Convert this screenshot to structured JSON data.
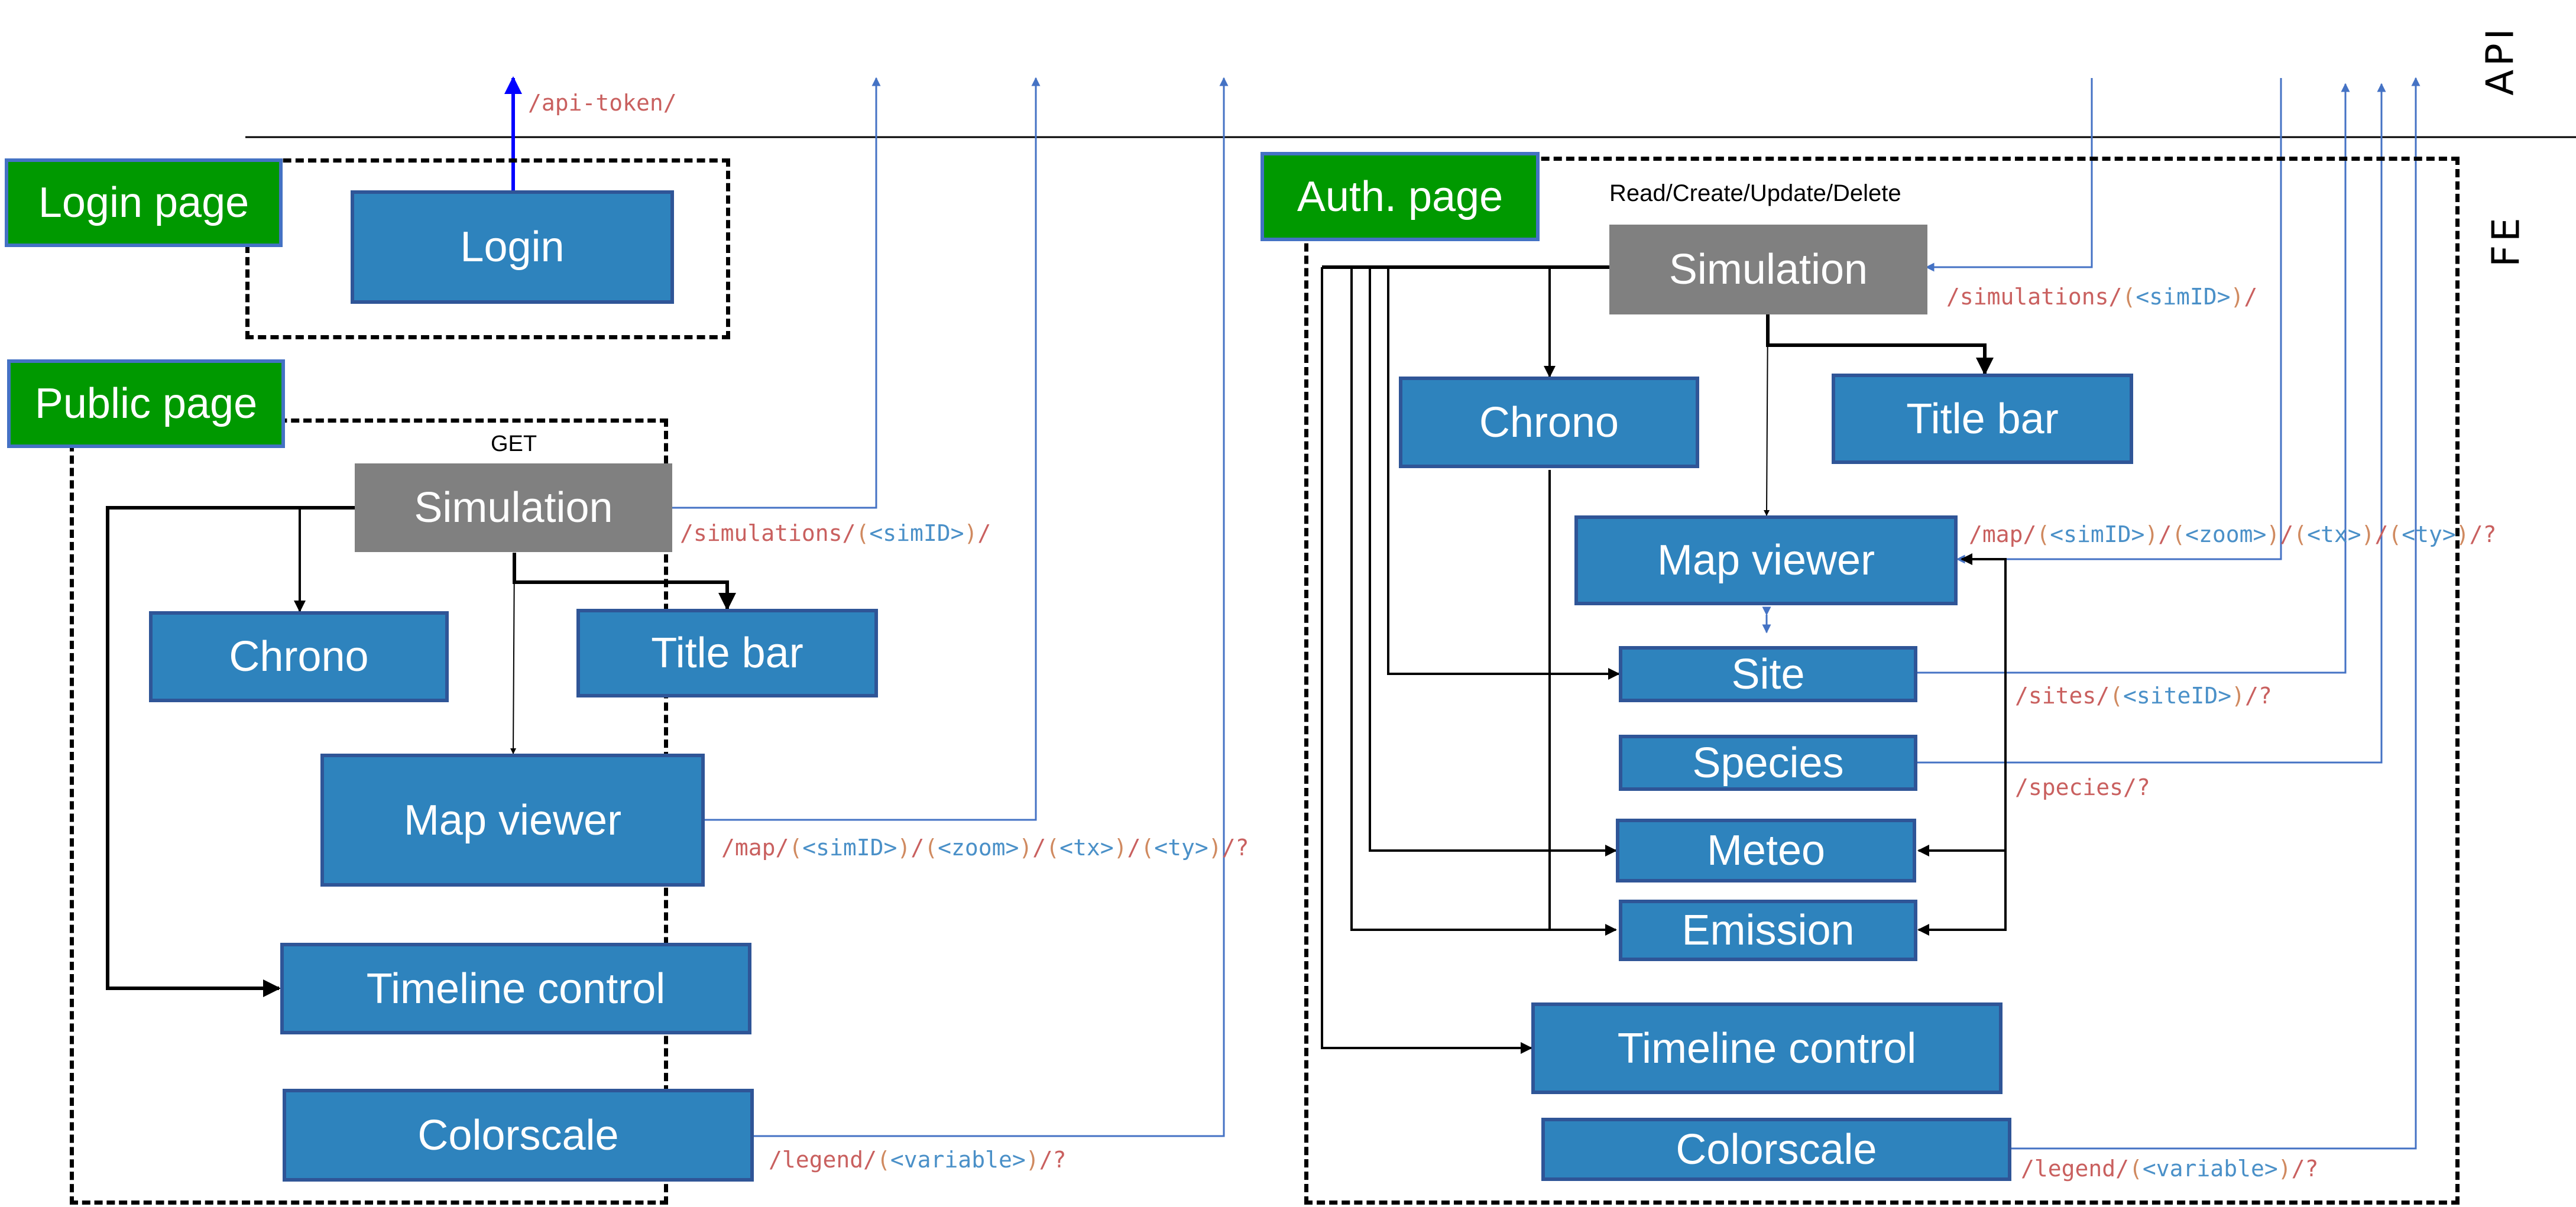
{
  "layers": {
    "api": "API",
    "fe": "FE"
  },
  "pages": {
    "login": {
      "title": "Login page",
      "components": {
        "login": "Login"
      },
      "endpoint": [
        "/api-token/"
      ]
    },
    "public": {
      "title": "Public page",
      "method": "GET",
      "components": {
        "simulation": "Simulation",
        "chrono": "Chrono",
        "title_bar": "Title bar",
        "map_viewer": "Map viewer",
        "timeline_control": "Timeline control",
        "colorscale": "Colorscale"
      }
    },
    "auth": {
      "title": "Auth. page",
      "method": "Read/Create/Update/Delete",
      "components": {
        "simulation": "Simulation",
        "chrono": "Chrono",
        "title_bar": "Title bar",
        "map_viewer": "Map viewer",
        "site": "Site",
        "species": "Species",
        "meteo": "Meteo",
        "emission": "Emission",
        "timeline_control": "Timeline control",
        "colorscale": "Colorscale"
      }
    }
  },
  "endpoints": {
    "api_token": {
      "r1": "/api-token/"
    },
    "simulations": {
      "r1": "/simulations/",
      "p1": "(",
      "b1": "<simID>",
      "p2": ")",
      "r2": "/"
    },
    "map": {
      "r1": "/map/",
      "p1": "(",
      "b1": "<simID>",
      "p2": ")",
      "r2": "/",
      "p3": "(",
      "b2": "<zoom>",
      "p4": ")",
      "r3": "/",
      "p5": "(",
      "b3": "<tx>",
      "p6": ")",
      "r4": "/",
      "p7": "(",
      "b4": "<ty>",
      "p8": ")",
      "r5": "/?"
    },
    "sites": {
      "r1": "/sites/",
      "p1": "(",
      "b1": "<siteID>",
      "p2": ")",
      "r2": "/?"
    },
    "species": {
      "r1": "/species/?"
    },
    "legend": {
      "r1": "/legend/",
      "p1": "(",
      "b1": "<variable>",
      "p2": ")",
      "r2": "/?"
    }
  },
  "colors": {
    "component": "#2e83bd",
    "page": "#009900",
    "data_source": "#808080",
    "api_link": "#4472c4",
    "endpoint_path": "#c9605f",
    "endpoint_param": "#4a90c8"
  }
}
